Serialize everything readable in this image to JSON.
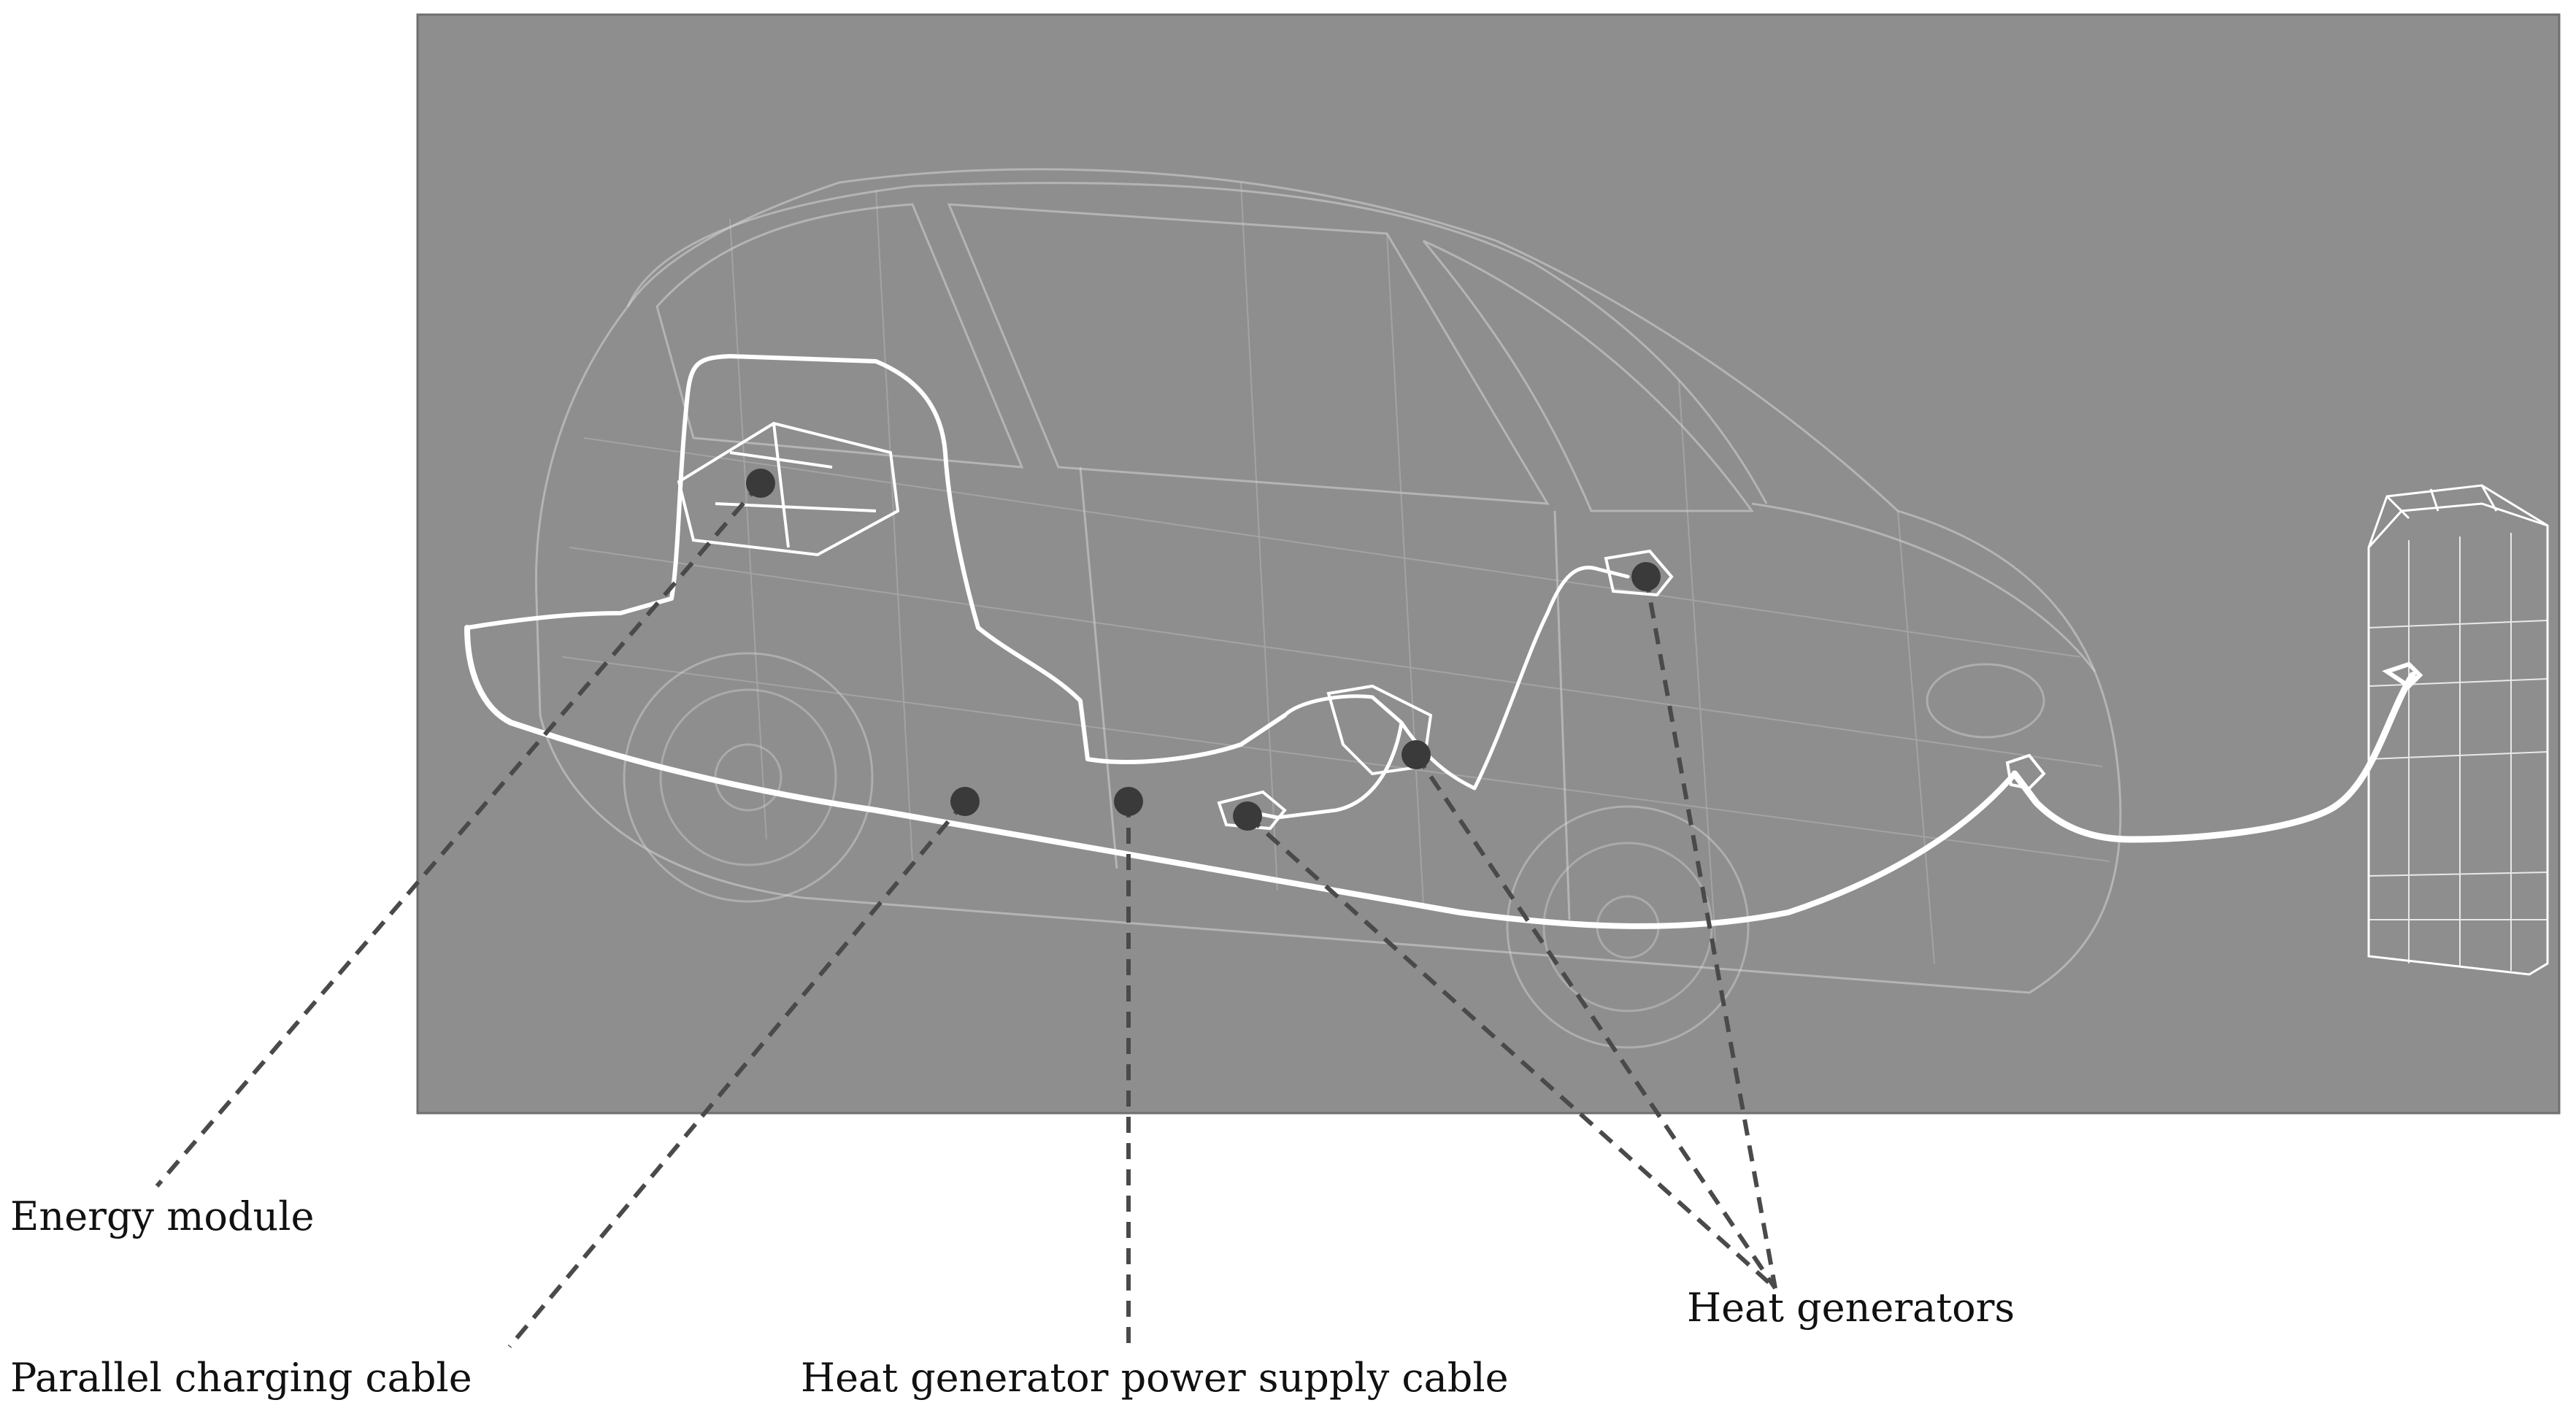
{
  "labels": {
    "energy_module": "Energy module",
    "parallel_charging_cable": "Parallel charging cable",
    "heat_generator_power_supply_cable": "Heat generator power supply cable",
    "heat_generators": "Heat generators"
  },
  "colors": {
    "render_background": "#8e8e8e",
    "wireframe": "#d9d9d9",
    "cable": "#ffffff",
    "marker": "#3a3a3a",
    "leader_line": "#4a4a4a",
    "label_text": "#111111"
  }
}
